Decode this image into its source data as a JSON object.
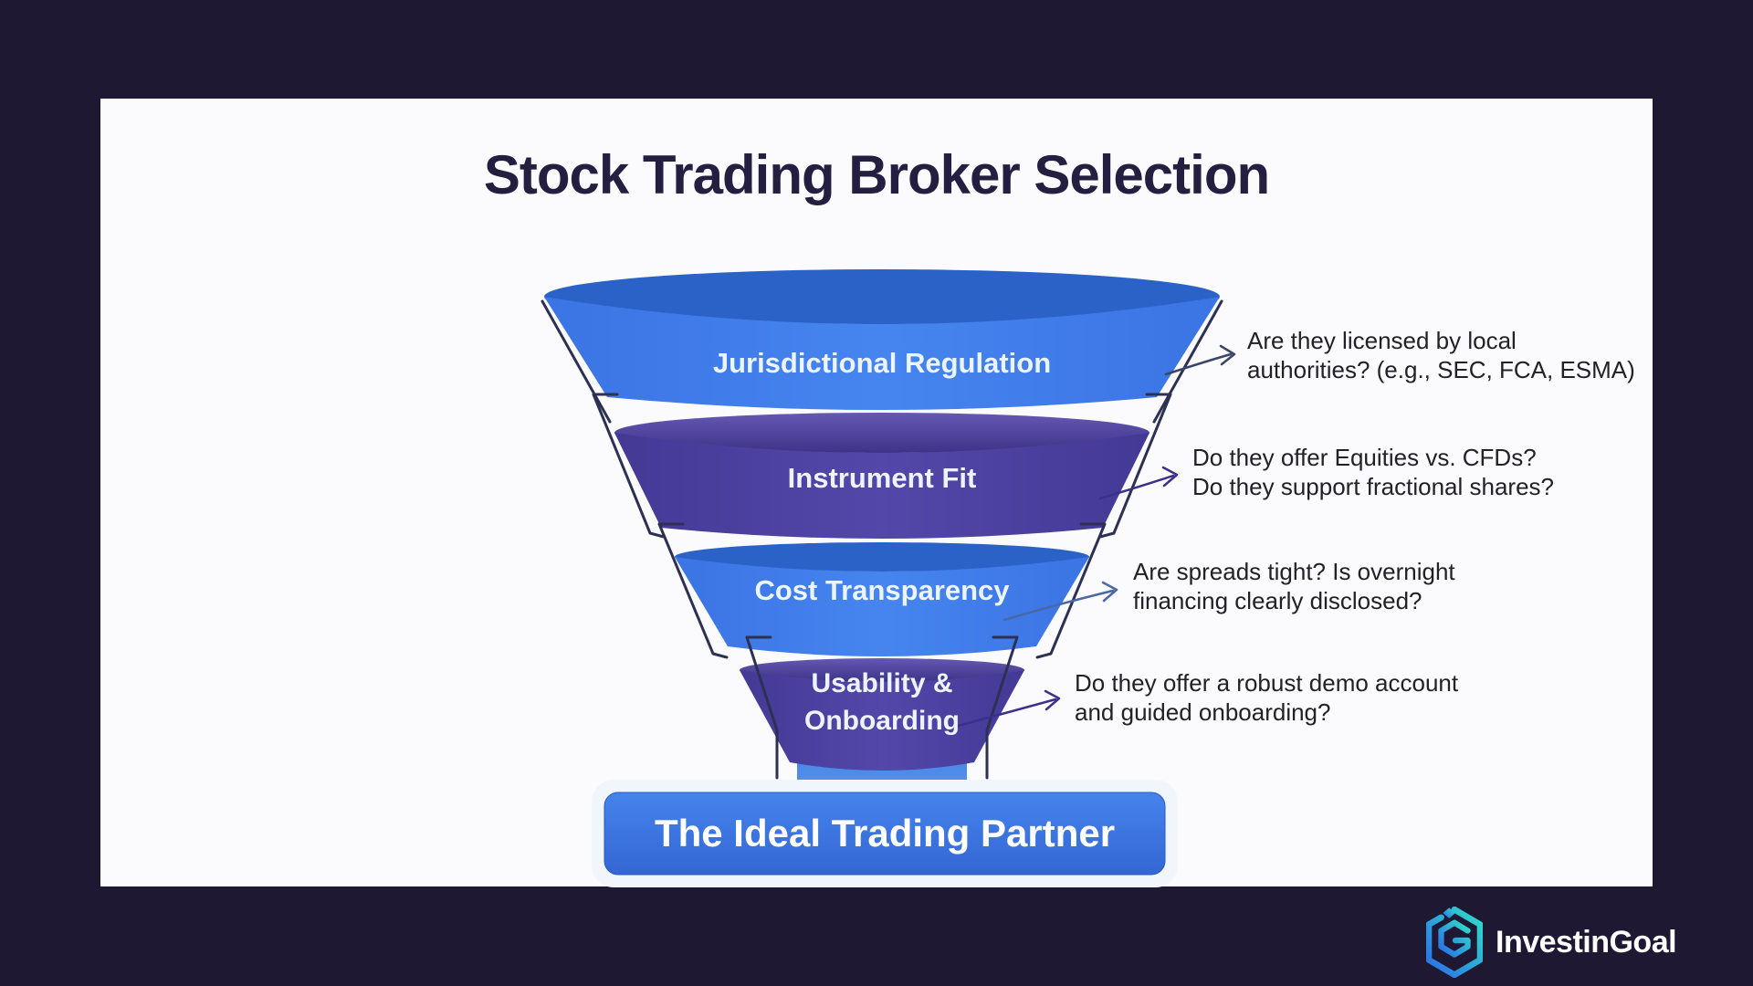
{
  "title": "Stock Trading Broker Selection",
  "funnel": {
    "stages": [
      {
        "label_lines": [
          "Jurisdictional Regulation"
        ],
        "annotation_lines": [
          "Are they licensed by local",
          "authorities? (e.g., SEC, FCA, ESMA)"
        ],
        "arrow_color": "#3A4668",
        "color": "blue"
      },
      {
        "label_lines": [
          "Instrument Fit"
        ],
        "annotation_lines": [
          "Do they offer Equities vs. CFDs?",
          "Do they support fractional shares?"
        ],
        "arrow_color": "#3B318A",
        "color": "indigo"
      },
      {
        "label_lines": [
          "Cost Transparency"
        ],
        "annotation_lines": [
          "Are spreads tight? Is overnight",
          "financing clearly disclosed?"
        ],
        "arrow_color": "#4A68A6",
        "color": "blue"
      },
      {
        "label_lines": [
          "Usability &",
          "Onboarding"
        ],
        "annotation_lines": [
          "Do they offer a robust demo account",
          "and guided onboarding?"
        ],
        "arrow_color": "#3B318A",
        "color": "indigo"
      }
    ],
    "result_label": "The Ideal Trading Partner"
  },
  "logo": {
    "text": "InvestinGoal",
    "gradient_top": "#2FE0C6",
    "gradient_bottom": "#2B6BEA"
  },
  "colors": {
    "background": "#1E1833",
    "card": "#FBFBFD",
    "title_text": "#241E40",
    "annotation_text": "#222226",
    "stage_label": "#ECF4FF",
    "bracket": "#2C3153",
    "blue_rim": "#2A62C8",
    "blue_face": "#3B74E3",
    "blue_face_light": "#4685F0",
    "indigo_rim_top": "#6458B4",
    "indigo_rim": "#3D3386",
    "indigo_face": "#443995",
    "indigo_face_light": "#5347A9",
    "stem_top": "#4784E6",
    "stem_bottom": "#609CF0",
    "box_ring": "#F1F6FD",
    "box_ring_border": "#AEC9EF",
    "box_top": "#4584EC",
    "box_bottom": "#3466D3",
    "box_label": "#FFFFFF"
  }
}
